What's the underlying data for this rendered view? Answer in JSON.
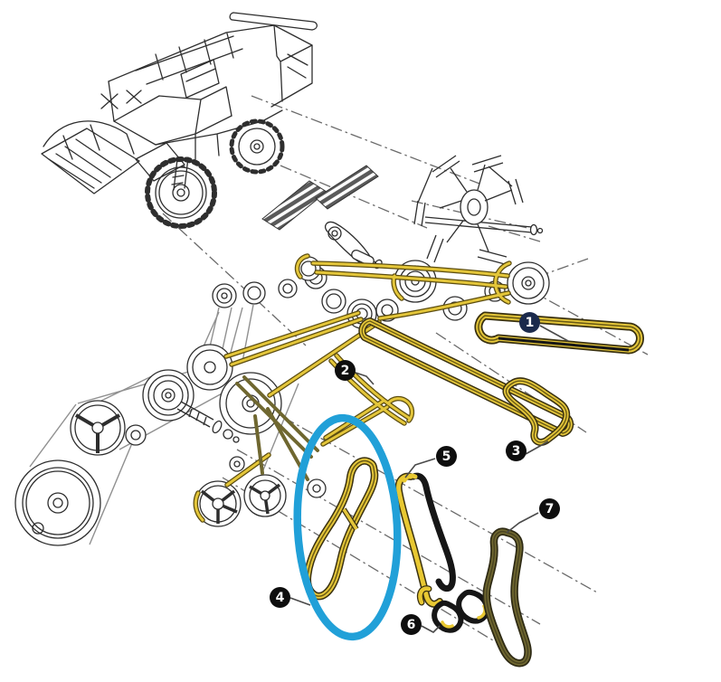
{
  "figure": {
    "kind": "parts-diagram",
    "subject": "combine-harvester-drive-belts"
  },
  "callouts": [
    {
      "label": "1",
      "color": "#1b2a4c"
    },
    {
      "label": "2",
      "color": "#0e0e0e"
    },
    {
      "label": "3",
      "color": "#0e0e0e"
    },
    {
      "label": "4",
      "color": "#0e0e0e"
    },
    {
      "label": "5",
      "color": "#0e0e0e"
    },
    {
      "label": "6",
      "color": "#0e0e0e"
    },
    {
      "label": "7",
      "color": "#0e0e0e"
    }
  ],
  "highlight": {
    "shape": "ellipse",
    "color": "#21a0d8",
    "marks_callout": "4"
  },
  "colors": {
    "background": "#ffffff",
    "line_art": "#2e2e2e",
    "thin_belt": "#909090",
    "phantom_line": "#6a6a6a",
    "belt_yellow": "#e4c63a",
    "belt_edge": "#3a3110",
    "belt_stripe": "#6b5b14",
    "belt_black": "#161616",
    "belt_olive": "#6f6730",
    "leader_line": "#4a4a4a"
  }
}
